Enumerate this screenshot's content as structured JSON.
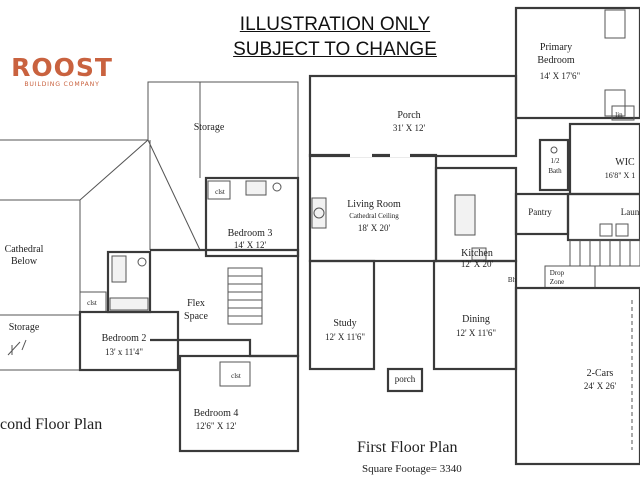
{
  "header": {
    "line1": "ILLUSTRATION ONLY",
    "line2": "SUBJECT TO CHANGE"
  },
  "logo": {
    "name": "ROOST",
    "tagline": "BUILDING COMPANY",
    "color": "#c9623f"
  },
  "second_floor": {
    "title": "cond Floor Plan",
    "rooms": {
      "storage_top": "Storage",
      "cathedral_l1": "Cathedral",
      "cathedral_l2": "Below",
      "storage_left": "Storage",
      "bedroom2": "Bedroom 2",
      "bedroom2_size": "13' x 11'4\"",
      "bedroom3": "Bedroom 3",
      "bedroom3_size": "14' X 12'",
      "bedroom4": "Bedroom 4",
      "bedroom4_size": "12'6\" X 12'",
      "flex_l1": "Flex",
      "flex_l2": "Space",
      "clst_a": "clst",
      "clst_b": "clst",
      "clst_c": "clst"
    }
  },
  "first_floor": {
    "title": "First Floor Plan",
    "square_footage": "Square Footage= 3340",
    "rooms": {
      "porch": "Porch",
      "porch_size": "31' X 12'",
      "living": "Living Room",
      "living_note": "Cathedral Ceiling",
      "living_size": "18' X 20'",
      "kitchen": "Kitchen",
      "kitchen_size": "12' X 20'",
      "study": "Study",
      "study_size": "12' X 11'6\"",
      "dining": "Dining",
      "dining_size": "12' X 11'6\"",
      "porch_small": "porch",
      "primary_l1": "Primary",
      "primary_l2": "Bedroom",
      "primary_size": "14' X 17'6\"",
      "wic": "WIC",
      "wic_size": "16'8\" X 1",
      "half_bath_l1": "1/2",
      "half_bath_l2": "Bath",
      "pantry": "Pantry",
      "laundry": "Laun",
      "drop_l1": "Drop",
      "drop_l2": "Zone",
      "bench": "Bh",
      "garage": "2-Cars",
      "garage_size": "24' X 26'",
      "lin": "lin"
    }
  }
}
